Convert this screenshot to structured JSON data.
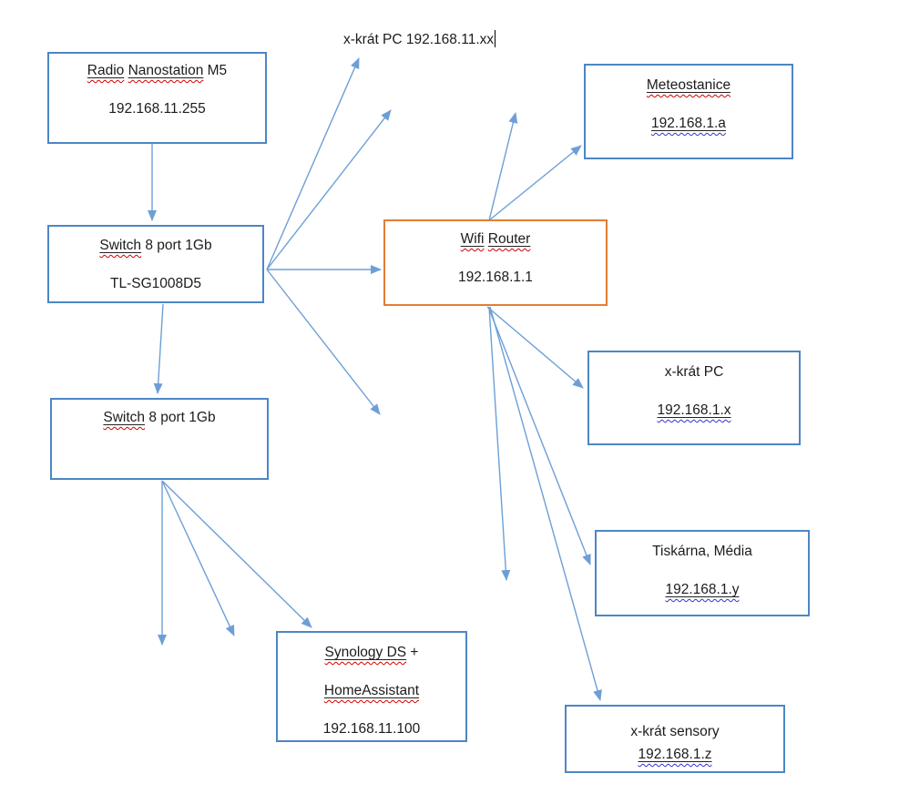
{
  "colors": {
    "box_border": "#4d86c4",
    "router_border": "#e07e35",
    "arrow": "#6d9fd6",
    "spellcheck_red": "#d40000",
    "grammar_blue": "#3333cc"
  },
  "top_label": {
    "text": "x-krát PC 192.168.11.xx"
  },
  "nodes": {
    "radio": {
      "w1": "Radio",
      "sp": " ",
      "w2": "Nanostation",
      "rest": " M5",
      "ip": "192.168.11.255"
    },
    "switch1": {
      "w1": "Switch",
      "rest": " 8 port 1Gb",
      "model": "TL-SG1008D5"
    },
    "switch2": {
      "w1": "Switch",
      "rest": " 8 port 1Gb"
    },
    "router": {
      "w1": "Wifi",
      "sp": " ",
      "w2": "Router",
      "ip": "192.168.1.1"
    },
    "meteo": {
      "title": "Meteostanice",
      "ip": "192.168.1.a"
    },
    "pc": {
      "title": "x-krát PC",
      "ip": "192.168.1.x"
    },
    "tiskarna": {
      "title": "Tiskárna, Média",
      "ip": "192.168.1.y"
    },
    "sensory": {
      "title": "x-krát sensory",
      "ip": "192.168.1.z"
    },
    "synology": {
      "w1": "Synology DS",
      "rest": " +",
      "l2": "HomeAssistant",
      "ip": "192.168.11.100"
    }
  },
  "edges": [
    {
      "from": "Radio Nanostation M5",
      "to": "Switch 8 port 1Gb TL-SG1008D5"
    },
    {
      "from": "Switch 8 port 1Gb TL-SG1008D5",
      "to": "x-krát PC 192.168.11.xx label"
    },
    {
      "from": "Switch 8 port 1Gb TL-SG1008D5",
      "to": "unlabeled"
    },
    {
      "from": "Switch 8 port 1Gb TL-SG1008D5",
      "to": "Wifi Router"
    },
    {
      "from": "Switch 8 port 1Gb TL-SG1008D5",
      "to": "unlabeled"
    },
    {
      "from": "Switch 8 port 1Gb TL-SG1008D5",
      "to": "Switch 8 port 1Gb"
    },
    {
      "from": "Wifi Router",
      "to": "unlabeled"
    },
    {
      "from": "Wifi Router",
      "to": "Meteostanice"
    },
    {
      "from": "Wifi Router",
      "to": "x-krát PC"
    },
    {
      "from": "Wifi Router",
      "to": "unlabeled"
    },
    {
      "from": "Wifi Router",
      "to": "Tiskárna, Média"
    },
    {
      "from": "Wifi Router",
      "to": "x-krát sensory"
    },
    {
      "from": "Switch 8 port 1Gb",
      "to": "unlabeled"
    },
    {
      "from": "Switch 8 port 1Gb",
      "to": "unlabeled"
    },
    {
      "from": "Switch 8 port 1Gb",
      "to": "Synology DS + HomeAssistant"
    }
  ]
}
